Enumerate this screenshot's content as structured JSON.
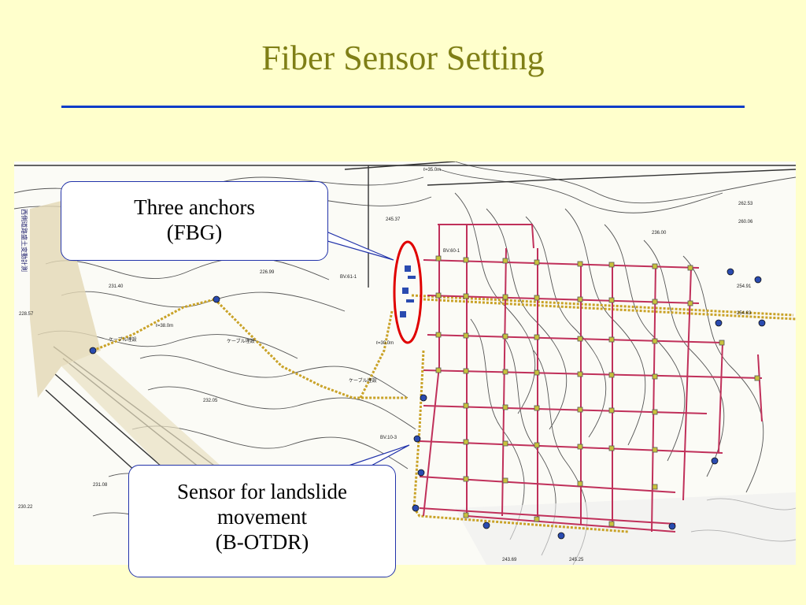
{
  "slide": {
    "title": "Fiber Sensor Setting"
  },
  "callouts": {
    "anchors": {
      "line1": "Three anchors",
      "line2": "(FBG)"
    },
    "landslide": {
      "line1": "Sensor for landslide",
      "line2": "movement",
      "line3": "(B-OTDR)"
    }
  },
  "map_labels": {
    "elev_1": "245.37",
    "elev_2": "262.53",
    "elev_3": "260.06",
    "elev_4": "236.00",
    "elev_5": "231.40",
    "elev_6": "232.05",
    "elev_7": "231.08",
    "elev_8": "230.22",
    "elev_9": "243.69",
    "elev_10": "245.25",
    "elev_11": "254.91",
    "elev_12": "254.63",
    "elev_13": "226.99",
    "elev_14": "228.57",
    "dist_1": "ℓ=35.0m",
    "dist_2": "ℓ=38.0m",
    "dist_3": "ℓ=30.0m",
    "cable_1": "ケーブル埋設",
    "cable_2": "ケーブル埋設",
    "cable_3": "ケーブル埋設",
    "side_text": "西側道路盛土変動計測",
    "bv_1": "BV.60-1",
    "bv_2": "BV.10-3",
    "bv_3": "BV.61-1"
  },
  "colors": {
    "background": "#ffffcc",
    "title": "#7f7f16",
    "rule": "#0a3cc8",
    "grid": "#c0305a",
    "cable": "#c9a227",
    "highlight": "#e00000",
    "node": "#2a4bb0"
  }
}
